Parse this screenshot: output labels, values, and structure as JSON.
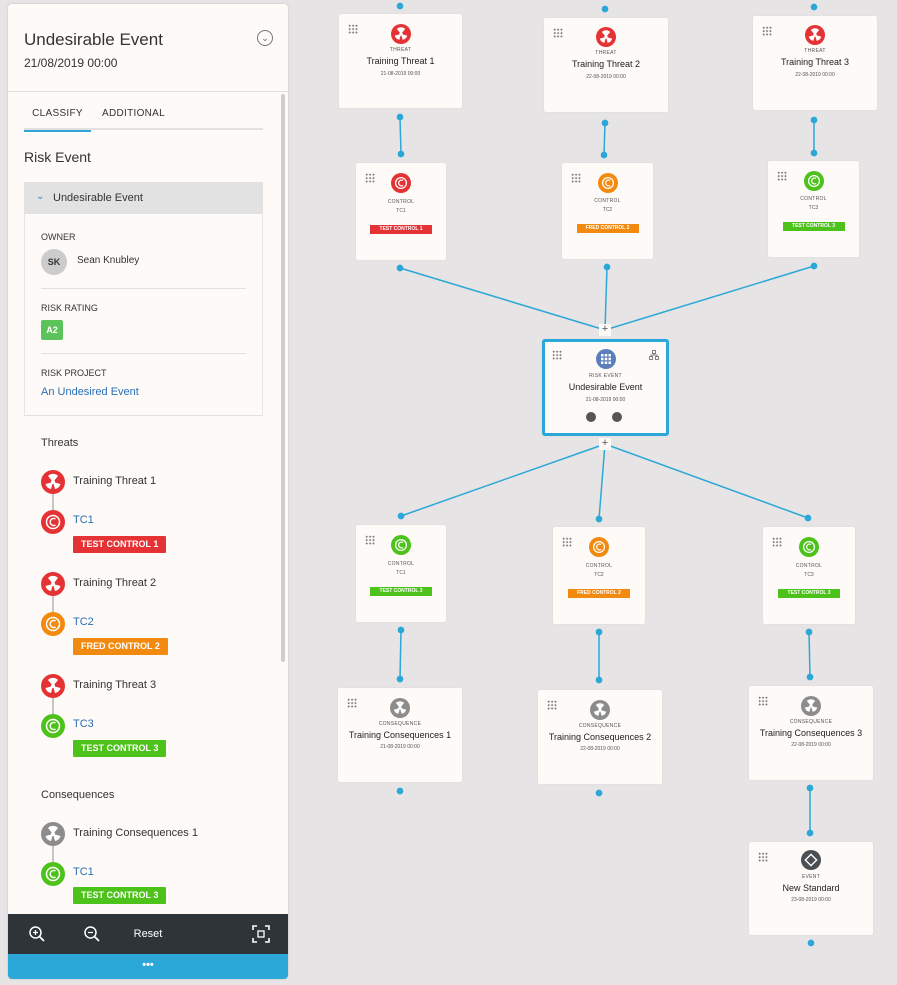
{
  "colors": {
    "accent": "#2ba7d8",
    "red": "#e53335",
    "orange": "#f28a10",
    "green": "#4dc21b",
    "grey": "#8c8c8c",
    "rating": "#5cc35b",
    "link": "#2a6fb5"
  },
  "panel": {
    "title": "Undesirable Event",
    "date": "21/08/2019 00:00",
    "collapse_icon": "chevron-down-icon",
    "tabs": [
      "CLASSIFY",
      "ADDITIONAL"
    ],
    "section_title": "Risk Event",
    "accordion_label": "Undesirable Event",
    "owner_label": "OWNER",
    "owner_initials": "SK",
    "owner_name": "Sean Knubley",
    "rating_label": "RISK RATING",
    "rating_value": "A2",
    "project_label": "RISK PROJECT",
    "project_value": "An Undesired Event",
    "threats_heading": "Threats",
    "consequences_heading": "Consequences",
    "threats": [
      {
        "name": "Training Threat 1",
        "control": "TC1",
        "badge": "TEST CONTROL 1",
        "color": "red"
      },
      {
        "name": "Training Threat 2",
        "control": "TC2",
        "badge": "FRED CONTROL 2",
        "color": "orange"
      },
      {
        "name": "Training Threat 3",
        "control": "TC3",
        "badge": "TEST CONTROL 3",
        "color": "green"
      }
    ],
    "consequences": [
      {
        "name": "Training Consequences 1",
        "control": "TC1",
        "badge": "TEST CONTROL 3",
        "color": "green"
      }
    ],
    "toolbar": {
      "zoom_in_icon": "zoom-in-icon",
      "zoom_out_icon": "zoom-out-icon",
      "reset": "Reset",
      "fit_icon": "fit-screen-icon",
      "more": "•••"
    }
  },
  "canvas": {
    "threats": [
      {
        "type": "THREAT",
        "title": "Training Threat 1",
        "date": "21-08-2019 00:00"
      },
      {
        "type": "THREAT",
        "title": "Training Threat 2",
        "date": "22-08-2019 00:00"
      },
      {
        "type": "THREAT",
        "title": "Training Threat 3",
        "date": "22-08-2019 00:00"
      }
    ],
    "top_controls": [
      {
        "type": "CONTROL",
        "code": "TC1",
        "badge": "TEST CONTROL 1",
        "color": "red"
      },
      {
        "type": "CONTROL",
        "code": "TC2",
        "badge": "FRED CONTROL 2",
        "color": "orange"
      },
      {
        "type": "CONTROL",
        "code": "TC3",
        "badge": "TEST CONTROL 3",
        "color": "green"
      }
    ],
    "risk_event": {
      "type": "RISK EVENT",
      "title": "Undesirable Event",
      "date": "21-08-2019 00:00"
    },
    "bottom_controls": [
      {
        "type": "CONTROL",
        "code": "TC1",
        "badge": "TEST CONTROL 3",
        "color": "green"
      },
      {
        "type": "CONTROL",
        "code": "TC2",
        "badge": "FRED CONTROL 2",
        "color": "orange"
      },
      {
        "type": "CONTROL",
        "code": "TC3",
        "badge": "TEST CONTROL 3",
        "color": "green"
      }
    ],
    "consequences": [
      {
        "type": "CONSEQUENCE",
        "title": "Training Consequences 1",
        "date": "21-08-2019 00:00"
      },
      {
        "type": "CONSEQUENCE",
        "title": "Training Consequences 2",
        "date": "22-08-2019 00:00"
      },
      {
        "type": "CONSEQUENCE",
        "title": "Training Consequences 3",
        "date": "22-08-2019 00:00"
      }
    ],
    "event": {
      "type": "EVENT",
      "title": "New Standard",
      "date": "23-08-2019 00:00"
    },
    "plus": "+"
  }
}
